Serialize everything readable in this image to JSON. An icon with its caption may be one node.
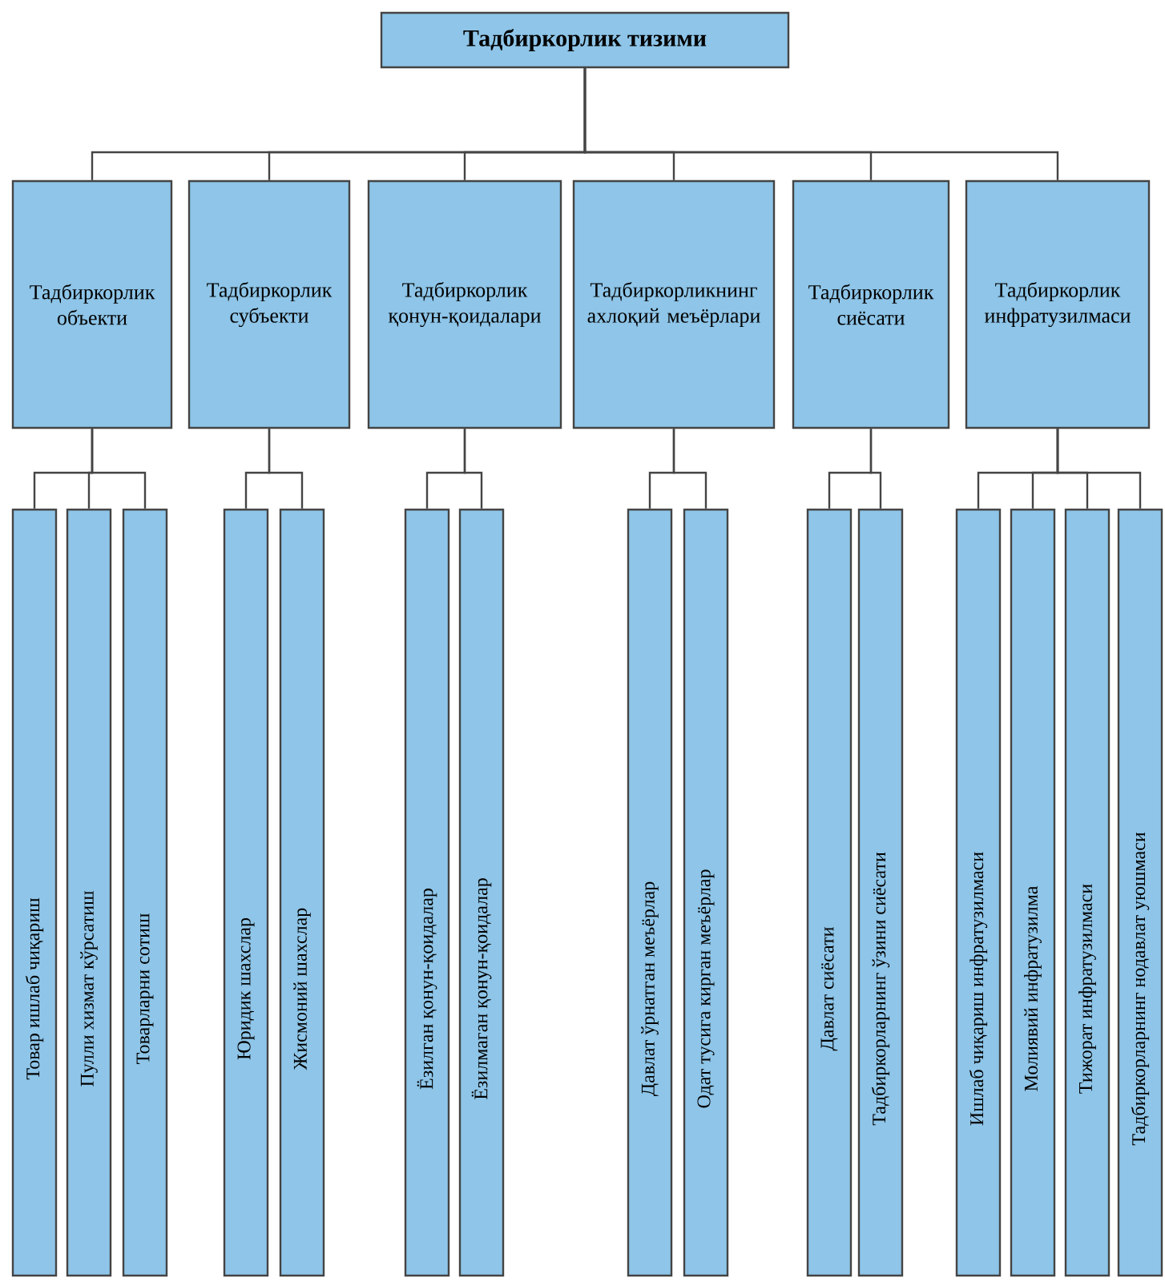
{
  "diagram": {
    "nodes": [
      {
        "text": [
          "Тадбиркорлик тизими"
        ]
      },
      {
        "text": [
          "Тадбиркорлик объекти"
        ]
      },
      {
        "text": [
          "Тадбиркорлик субъекти"
        ]
      },
      {
        "text": [
          "Тадбиркорлик қонун-қоидалари"
        ]
      },
      {
        "text": [
          "Тадбиркорликнинг ахлоқий меъёрлари"
        ]
      },
      {
        "text": [
          "Тадбиркорлик сиёсати"
        ]
      },
      {
        "text": [
          "Тадбиркорлик инфратузилмаси"
        ]
      },
      {
        "text": [
          "Товар ишлаб чиқариш"
        ]
      },
      {
        "text": [
          "Пулли хизмат кўрсатиш"
        ]
      },
      {
        "text": [
          "Товарларни сотиш"
        ]
      },
      {
        "text": [
          "Юридик шахслар"
        ]
      },
      {
        "text": [
          "Жисмоний шахслар"
        ]
      },
      {
        "text": [
          "Ёзилган қонун-қоидалар"
        ]
      },
      {
        "text": [
          "Ёзилмаган қонун-қоидалар"
        ]
      },
      {
        "text": [
          "Давлат ўрнатган меъёрлар"
        ]
      },
      {
        "text": [
          "Одат тусига кирган меъёрлар"
        ]
      },
      {
        "text": [
          "Давлат сиёсати"
        ]
      },
      {
        "text": [
          "Тадбиркорларнинг ўзини сиёсати"
        ]
      },
      {
        "text": [
          "Ишлаб чиқариш инфратузилмаси"
        ]
      },
      {
        "text": [
          "Молиявий инфратузилма"
        ]
      },
      {
        "text": [
          "Тижорат инфратузилмаси"
        ]
      },
      {
        "text": [
          "Тадбиркорларнинг нодавлат уюшмаси"
        ]
      }
    ],
    "edges": [
      {
        "from": 0,
        "to": 1,
        "arrow": "none"
      },
      {
        "from": 0,
        "to": 2,
        "arrow": "none"
      },
      {
        "from": 0,
        "to": 3,
        "arrow": "none"
      },
      {
        "from": 0,
        "to": 4,
        "arrow": "none"
      },
      {
        "from": 0,
        "to": 5,
        "arrow": "none"
      },
      {
        "from": 0,
        "to": 6,
        "arrow": "none"
      },
      {
        "from": 1,
        "to": 7,
        "arrow": "none"
      },
      {
        "from": 1,
        "to": 8,
        "arrow": "none"
      },
      {
        "from": 1,
        "to": 9,
        "arrow": "none"
      },
      {
        "from": 2,
        "to": 10,
        "arrow": "none"
      },
      {
        "from": 2,
        "to": 11,
        "arrow": "none"
      },
      {
        "from": 3,
        "to": 12,
        "arrow": "none"
      },
      {
        "from": 3,
        "to": 13,
        "arrow": "none"
      },
      {
        "from": 4,
        "to": 14,
        "arrow": "none"
      },
      {
        "from": 4,
        "to": 15,
        "arrow": "none"
      },
      {
        "from": 5,
        "to": 16,
        "arrow": "none"
      },
      {
        "from": 5,
        "to": 17,
        "arrow": "none"
      },
      {
        "from": 6,
        "to": 18,
        "arrow": "none"
      },
      {
        "from": 6,
        "to": 19,
        "arrow": "none"
      },
      {
        "from": 6,
        "to": 20,
        "arrow": "none"
      },
      {
        "from": 6,
        "to": 21,
        "arrow": "none"
      }
    ]
  }
}
